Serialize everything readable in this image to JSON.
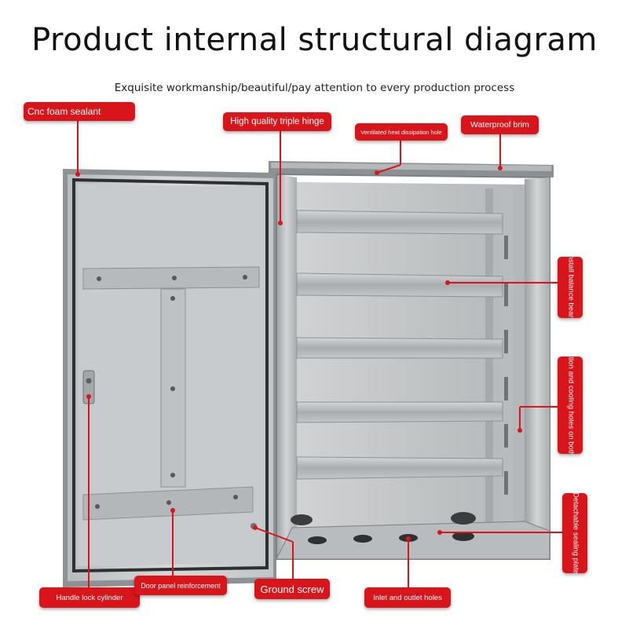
{
  "title": "Product internal structural diagram",
  "subtitle": "Exquisite workmanship/beautiful/pay attention to every production process",
  "labels": {
    "cnc_foam_sealant": "Cnc foam sealant",
    "triple_hinge": "High quality triple hinge",
    "heat_hole": "Ventilated heat dissipation hole",
    "waterproof_brim": "Waterproof brim",
    "balance_beam": "Install balance beam",
    "cooling_holes": "Ventilation and cooling holes on both sides",
    "sealing_plate": "Detachable sealing plate",
    "handle_lock": "Handle lock cylinder",
    "door_reinforcement": "Door panel reinforcement",
    "ground_screw": "Ground screw",
    "inlet_outlet": "Inlet and outlet holes"
  },
  "colors": {
    "tag_red": "#d8151b",
    "steel": "#c9cbcd",
    "rail": "#b3b6b8"
  }
}
